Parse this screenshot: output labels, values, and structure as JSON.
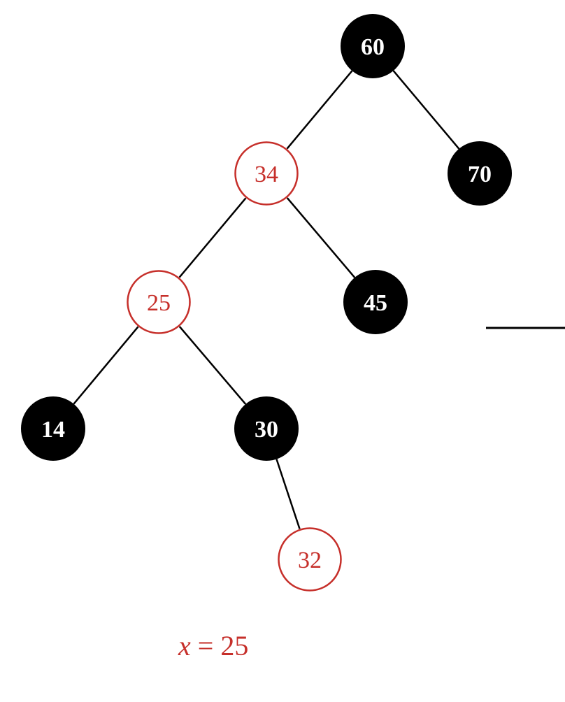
{
  "colors": {
    "red": "#c62f2a",
    "black": "#000000",
    "white": "#ffffff",
    "edge": "#000000"
  },
  "tree": {
    "nodes": [
      {
        "id": "n60",
        "label": "60",
        "color": "black"
      },
      {
        "id": "n34",
        "label": "34",
        "color": "red"
      },
      {
        "id": "n70",
        "label": "70",
        "color": "black"
      },
      {
        "id": "n25",
        "label": "25",
        "color": "red"
      },
      {
        "id": "n45",
        "label": "45",
        "color": "black"
      },
      {
        "id": "n14",
        "label": "14",
        "color": "black"
      },
      {
        "id": "n30",
        "label": "30",
        "color": "black"
      },
      {
        "id": "n32",
        "label": "32",
        "color": "red"
      }
    ],
    "edges": [
      {
        "from": "n60",
        "to": "n34"
      },
      {
        "from": "n60",
        "to": "n70"
      },
      {
        "from": "n34",
        "to": "n25"
      },
      {
        "from": "n34",
        "to": "n45"
      },
      {
        "from": "n25",
        "to": "n14"
      },
      {
        "from": "n25",
        "to": "n30"
      },
      {
        "from": "n30",
        "to": "n32"
      }
    ]
  },
  "caption": {
    "variable": "x",
    "operator": "=",
    "value": "25"
  }
}
